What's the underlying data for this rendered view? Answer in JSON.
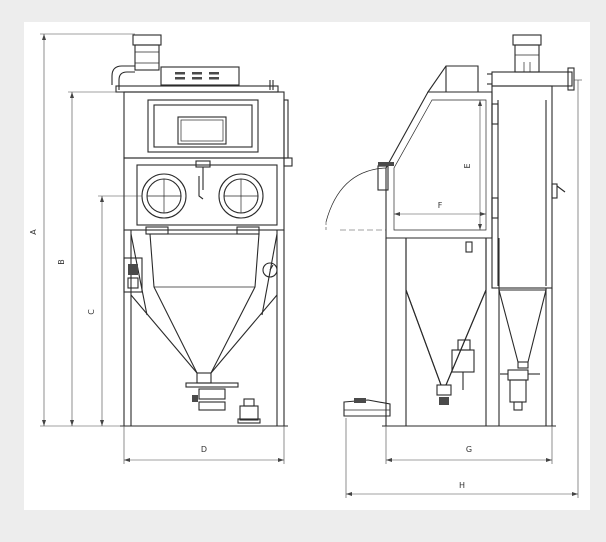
{
  "dimensions": {
    "A": "A",
    "B": "B",
    "C": "C",
    "D": "D",
    "E": "E",
    "F": "F",
    "G": "G",
    "H": "H"
  },
  "colors": {
    "background": "#ededed",
    "paper": "#ffffff",
    "line": "#2a2a2a"
  }
}
